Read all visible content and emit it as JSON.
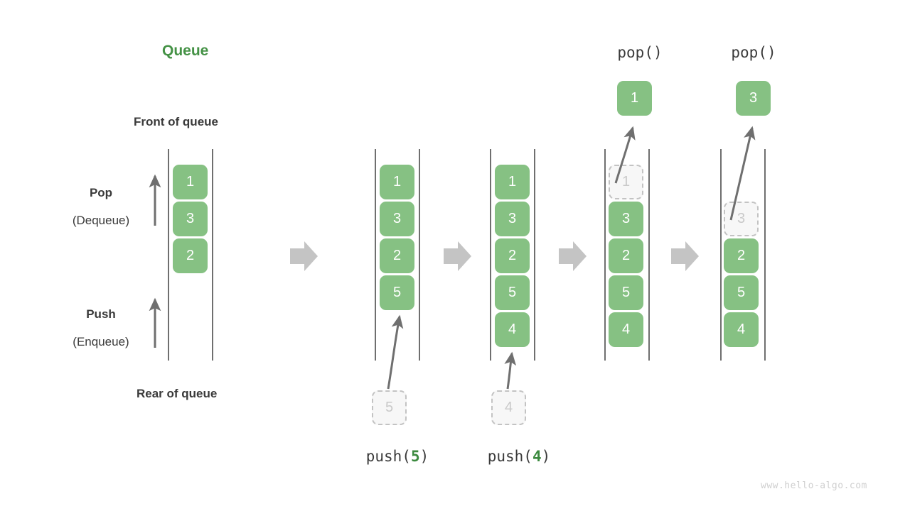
{
  "title": "Queue",
  "labels": {
    "front": "Front of queue",
    "rear": "Rear of queue",
    "pop_main": "Pop",
    "pop_sub": "(Dequeue)",
    "push_main": "Push",
    "push_sub": "(Enqueue)"
  },
  "watermark": "www.hello-algo.com",
  "colors": {
    "cell_green": "#86c183",
    "title_green": "#459246",
    "arg_green": "#3c8a3f",
    "text_dark": "#3a3a3a",
    "ghost_fill": "#f7f7f7",
    "ghost_border": "#c3c3c3",
    "ghost_text": "#c9c9c9",
    "rail": "#6f6f6f",
    "transition_arrow": "#c4c4c4",
    "curve_arrow": "#6f6f6f",
    "watermark": "#cfcfcf"
  },
  "steps": [
    {
      "id": "initial",
      "caption": "",
      "op_label": "",
      "cells": [
        {
          "value": "1",
          "state": "filled",
          "row": 0
        },
        {
          "value": "3",
          "state": "filled",
          "row": 1
        },
        {
          "value": "2",
          "state": "filled",
          "row": 2
        }
      ],
      "incoming": null,
      "outgoing": null
    },
    {
      "id": "push-5",
      "caption": "push(5)",
      "caption_fn": "push",
      "caption_arg": "5",
      "op_label": "",
      "cells": [
        {
          "value": "1",
          "state": "filled",
          "row": 0
        },
        {
          "value": "3",
          "state": "filled",
          "row": 1
        },
        {
          "value": "2",
          "state": "filled",
          "row": 2
        },
        {
          "value": "5",
          "state": "filled",
          "row": 3
        }
      ],
      "incoming": {
        "value": "5"
      },
      "outgoing": null
    },
    {
      "id": "push-4",
      "caption": "push(4)",
      "caption_fn": "push",
      "caption_arg": "4",
      "op_label": "",
      "cells": [
        {
          "value": "1",
          "state": "filled",
          "row": 0
        },
        {
          "value": "3",
          "state": "filled",
          "row": 1
        },
        {
          "value": "2",
          "state": "filled",
          "row": 2
        },
        {
          "value": "5",
          "state": "filled",
          "row": 3
        },
        {
          "value": "4",
          "state": "filled",
          "row": 4
        }
      ],
      "incoming": {
        "value": "4"
      },
      "outgoing": null
    },
    {
      "id": "pop-1",
      "caption": "",
      "op_label": "pop()",
      "cells": [
        {
          "value": "1",
          "state": "ghost",
          "row": 0
        },
        {
          "value": "3",
          "state": "filled",
          "row": 1
        },
        {
          "value": "2",
          "state": "filled",
          "row": 2
        },
        {
          "value": "5",
          "state": "filled",
          "row": 3
        },
        {
          "value": "4",
          "state": "filled",
          "row": 4
        }
      ],
      "incoming": null,
      "outgoing": {
        "value": "1"
      }
    },
    {
      "id": "pop-3",
      "caption": "",
      "op_label": "pop()",
      "cells": [
        {
          "value": "3",
          "state": "ghost",
          "row": 1
        },
        {
          "value": "2",
          "state": "filled",
          "row": 2
        },
        {
          "value": "5",
          "state": "filled",
          "row": 3
        },
        {
          "value": "4",
          "state": "filled",
          "row": 4
        }
      ],
      "incoming": null,
      "outgoing": {
        "value": "3"
      }
    }
  ]
}
